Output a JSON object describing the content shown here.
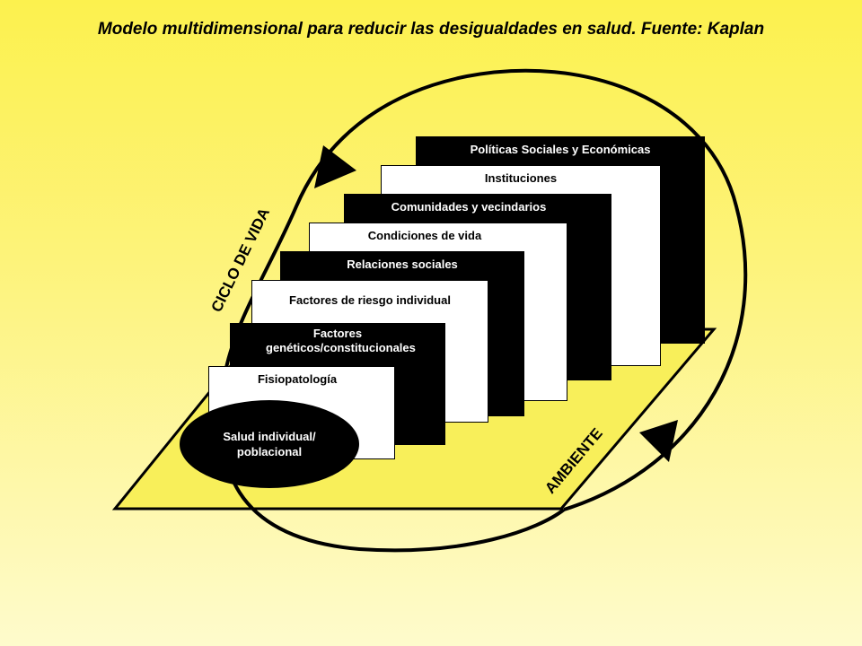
{
  "title": "Modelo multidimensional para reducir las desigualdades en salud. Fuente: Kaplan",
  "layers": [
    {
      "label": "Políticas Sociales y Económicas",
      "color": "black"
    },
    {
      "label": "Instituciones",
      "color": "white"
    },
    {
      "label": "Comunidades y vecindarios",
      "color": "black"
    },
    {
      "label": "Condiciones de vida",
      "color": "white"
    },
    {
      "label": "Relaciones sociales",
      "color": "black"
    },
    {
      "label": "Factores de riesgo individual",
      "color": "white"
    },
    {
      "label": "Factores genéticos/constitucionales",
      "color": "black"
    },
    {
      "label": "Fisiopatología",
      "color": "white"
    }
  ],
  "core": {
    "label": "Salud individual/ poblacional"
  },
  "cycle_label": "CICLO DE VIDA",
  "environment_label": "AMBIENTE",
  "colors": {
    "background_top": "#fcf14e",
    "parallelogram": "#f8ef5a",
    "layer_dark": "#000000",
    "layer_light": "#ffffff"
  }
}
